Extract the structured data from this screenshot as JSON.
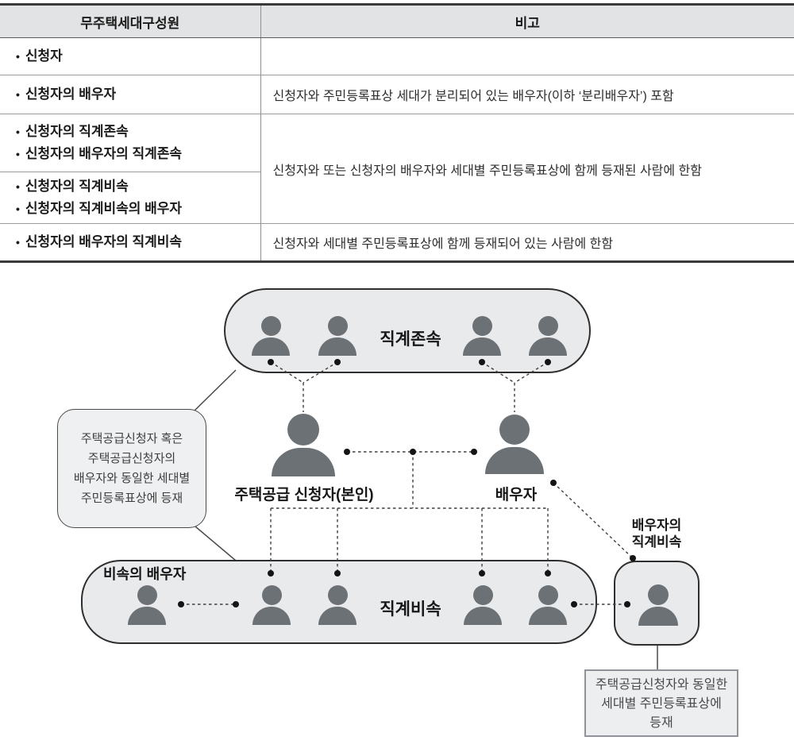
{
  "table": {
    "headers": [
      "무주택세대구성원",
      "비고"
    ],
    "bullet": "•",
    "rows": [
      {
        "members": [
          "신청자"
        ]
      },
      {
        "members": [
          "신청자의 배우자"
        ],
        "remark": "신청자와 주민등록표상 세대가 분리되어 있는 배우자(이하 ‘분리배우자’) 포함"
      },
      {
        "members": [
          "신청자의 직계존속",
          "신청자의 배우자의 직계존속"
        ],
        "remark": "신청자와 또는 신청자의 배우자와 세대별 주민등록표상에 함께 등재된 사람에 한함"
      },
      {
        "members": [
          "신청자의 직계비속",
          "신청자의 직계비속의 배우자"
        ]
      },
      {
        "members": [
          "신청자의 배우자의 직계비속"
        ],
        "remark": "신청자와 세대별 주민등록표상에 함께 등재되어 있는 사람에 한함"
      }
    ]
  },
  "diagram": {
    "ascendants_label": "직계존속",
    "applicant_label": "주택공급 신청자(본인)",
    "spouse_label": "배우자",
    "descendants_label": "직계비속",
    "descendant_spouse_label": "비속의 배우자",
    "spouse_descendants_label": [
      "배우자의",
      "직계비속"
    ],
    "left_callout_lines": [
      "주택공급신청자 혹은",
      "주택공급신청자의",
      "배우자와 동일한 세대별",
      "주민등록표상에 등재"
    ],
    "bottom_note_lines": [
      "주택공급신청자와 동일한",
      "세대별 주민등록표상에",
      "등재"
    ],
    "colors": {
      "person_icon": "#6c7176",
      "group_box_fill": "#e9eaec",
      "group_box_border": "#2f2f2f",
      "callout_fill": "#eef0f1",
      "callout_border": "#4a4a4a",
      "note_border": "#8f9296",
      "connector": "#3f3f3f"
    }
  }
}
